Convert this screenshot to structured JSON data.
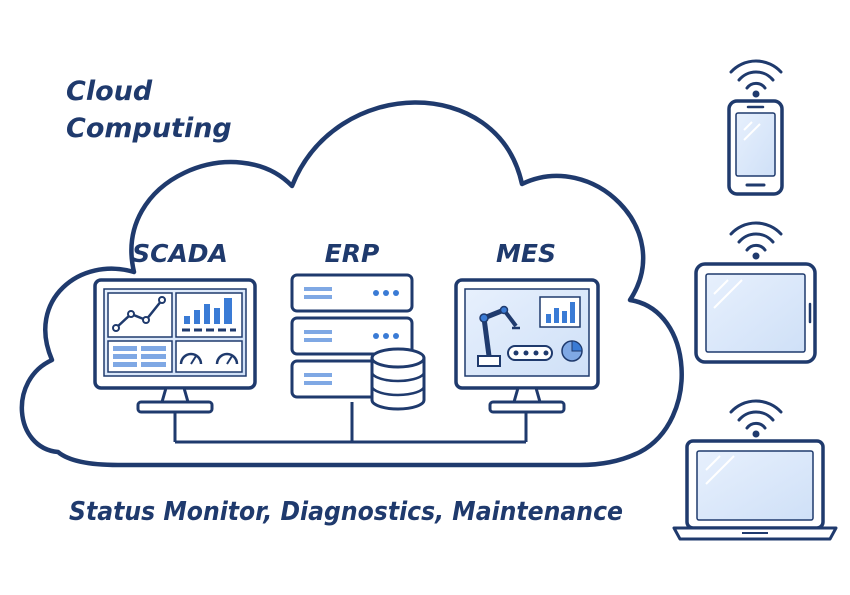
{
  "title": {
    "line1": "Cloud",
    "line2": "Computing"
  },
  "systems": [
    {
      "label": "SCADA",
      "icon": "scada-monitor-icon"
    },
    {
      "label": "ERP",
      "icon": "server-database-icon"
    },
    {
      "label": "MES",
      "icon": "robot-arm-monitor-icon"
    }
  ],
  "footer": "Status Monitor, Diagnostics, Maintenance",
  "devices": [
    {
      "icon": "smartphone-icon"
    },
    {
      "icon": "tablet-icon"
    },
    {
      "icon": "laptop-icon"
    }
  ],
  "colors": {
    "outline": "#1f3a6d",
    "screen": "#dbe9fb",
    "accent": "#3a7bd5"
  }
}
